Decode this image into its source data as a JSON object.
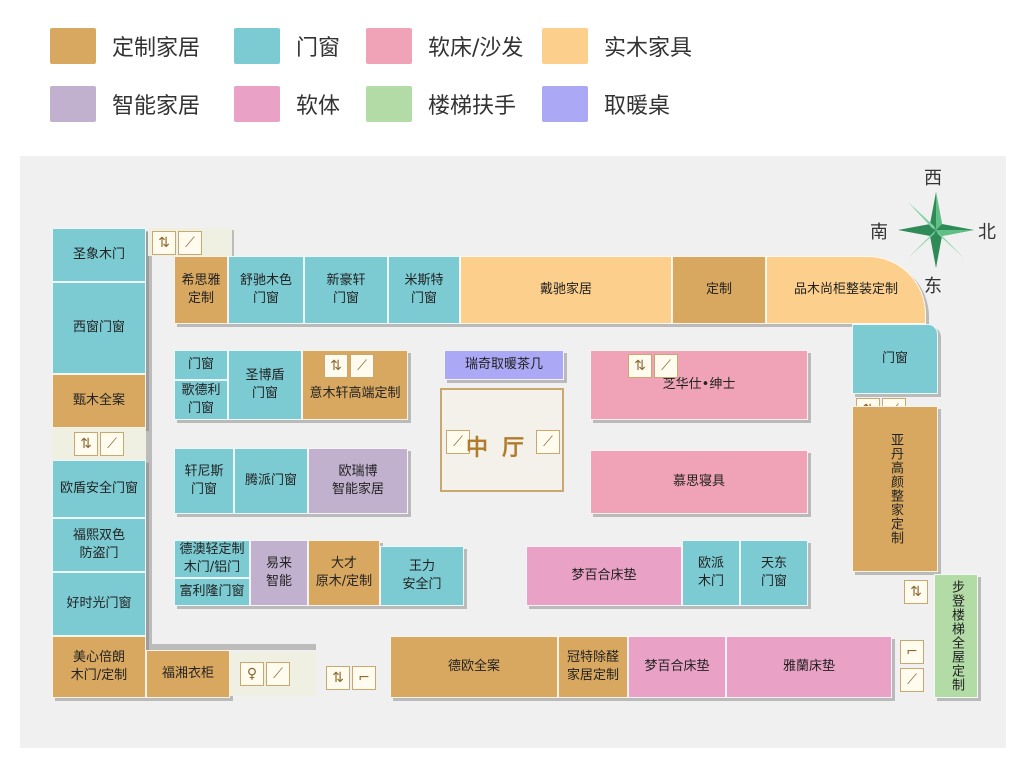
{
  "legend": [
    {
      "label": "定制家居",
      "color": "#d9a860"
    },
    {
      "label": "门窗",
      "color": "#7ccbd3"
    },
    {
      "label": "软床/沙发",
      "color": "#f0a3b7"
    },
    {
      "label": "实木家具",
      "color": "#fcd08c"
    },
    {
      "label": "智能家居",
      "color": "#c1b1cf"
    },
    {
      "label": "软体",
      "color": "#e9a2c6"
    },
    {
      "label": "楼梯扶手",
      "color": "#b3dba6"
    },
    {
      "label": "取暖桌",
      "color": "#aba8f5"
    }
  ],
  "compass": {
    "west": "西",
    "south": "南",
    "north": "北",
    "east": "东"
  },
  "hall": {
    "label": "中厅"
  },
  "shops": {
    "s1": "圣象木门",
    "s2": "西窗门窗",
    "s3": "甄木全案",
    "s4": "欧盾安全门窗",
    "s5": "福熙双色\n防盗门",
    "s6": "好时光门窗",
    "s7": "美心倍朗\n木门/定制",
    "s8": "福湘衣柜",
    "t1": "希思雅\n定制",
    "t2": "舒驰木色\n门窗",
    "t3": "新豪轩\n门窗",
    "t4": "米斯特\n门窗",
    "t5": "戴驰家居",
    "t6": "定制",
    "t7": "品木尚柜整装定制",
    "a1": "门窗",
    "a2": "歌德利\n门窗",
    "a3": "圣博盾\n门窗",
    "a4": "意木轩高端定制",
    "b1": "轩尼斯\n门窗",
    "b2": "腾派门窗",
    "b3": "欧瑞博\n智能家居",
    "c1": "德澳轻定制\n木门/铝门",
    "c2": "富利隆门窗",
    "c3": "易来\n智能",
    "c4": "大才\n原木/定制",
    "c5": "王力\n安全门",
    "m1": "瑞奇取暖茶几",
    "m2": "芝华仕•绅士",
    "m3": "慕思寝具",
    "m4": "梦百合床垫",
    "m5": "欧派\n木门",
    "m6": "天东\n门窗",
    "d1": "德欧全案",
    "d2": "冠特除醛\n家居定制",
    "d3": "梦百合床垫",
    "d4": "雅蘭床垫",
    "e1": "门窗",
    "e2": "亚丹高颜整家定制",
    "e3": "步登楼梯全屋定制"
  },
  "facilities": {
    "elevator": "电梯",
    "escalator": "扶梯",
    "restroom": "洗手间"
  }
}
